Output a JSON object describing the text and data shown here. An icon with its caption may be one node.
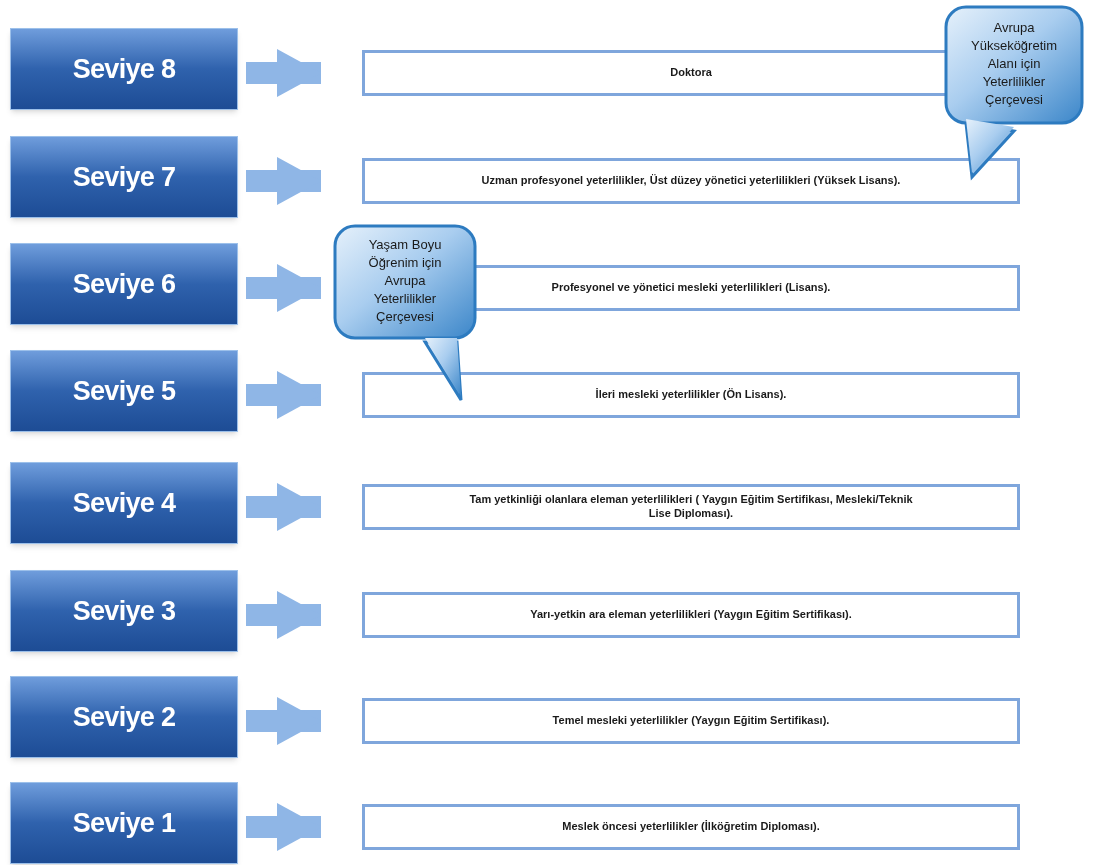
{
  "diagram": {
    "nodes": [
      {
        "text": [
          "Seviye 8"
        ]
      },
      {
        "text": [
          "Doktora"
        ]
      },
      {
        "text": [
          "Seviye 7"
        ]
      },
      {
        "text": [
          "Uzman profesyonel yeterlilikler,  Üst düzey yönetici yeterlilikleri (Yüksek Lisans)."
        ]
      },
      {
        "text": [
          "Seviye 6"
        ]
      },
      {
        "text": [
          "Profesyonel ve yönetici mesleki yeterlilikleri (Lisans)."
        ]
      },
      {
        "text": [
          "Seviye 5"
        ]
      },
      {
        "text": [
          "İleri mesleki yeterlilikler (Ön Lisans)."
        ]
      },
      {
        "text": [
          "Seviye 4"
        ]
      },
      {
        "text": [
          "Tam yetkinliği olanlara eleman yeterlilikleri ( Yaygın Eğitim Sertifikası, Mesleki/Teknik Lise Diploması)."
        ]
      },
      {
        "text": [
          "Seviye 3"
        ]
      },
      {
        "text": [
          "Yarı-yetkin ara eleman yeterlilikleri (Yaygın Eğitim Sertifikası)."
        ]
      },
      {
        "text": [
          "Seviye 2"
        ]
      },
      {
        "text": [
          "Temel mesleki yeterlilikler (Yaygın Eğitim Sertifikası)."
        ]
      },
      {
        "text": [
          "Seviye 1"
        ]
      },
      {
        "text": [
          "Meslek öncesi yeterlilikler (İlköğretim Diploması)."
        ]
      },
      {
        "text": [
          "Avrupa Yükseköğretim Alanı için Yeterlilikler Çerçevesi"
        ]
      },
      {
        "text": [
          "Yaşam Boyu Öğrenim için Avrupa Yeterlilikler Çerçevesi"
        ]
      }
    ],
    "edges": [
      {
        "from": 0,
        "to": 1,
        "arrow": "to"
      },
      {
        "from": 2,
        "to": 3,
        "arrow": "to"
      },
      {
        "from": 4,
        "to": 5,
        "arrow": "to"
      },
      {
        "from": 6,
        "to": 7,
        "arrow": "to"
      },
      {
        "from": 8,
        "to": 9,
        "arrow": "to"
      },
      {
        "from": 10,
        "to": 11,
        "arrow": "to"
      },
      {
        "from": 12,
        "to": 13,
        "arrow": "to"
      },
      {
        "from": 14,
        "to": 15,
        "arrow": "to"
      }
    ]
  }
}
